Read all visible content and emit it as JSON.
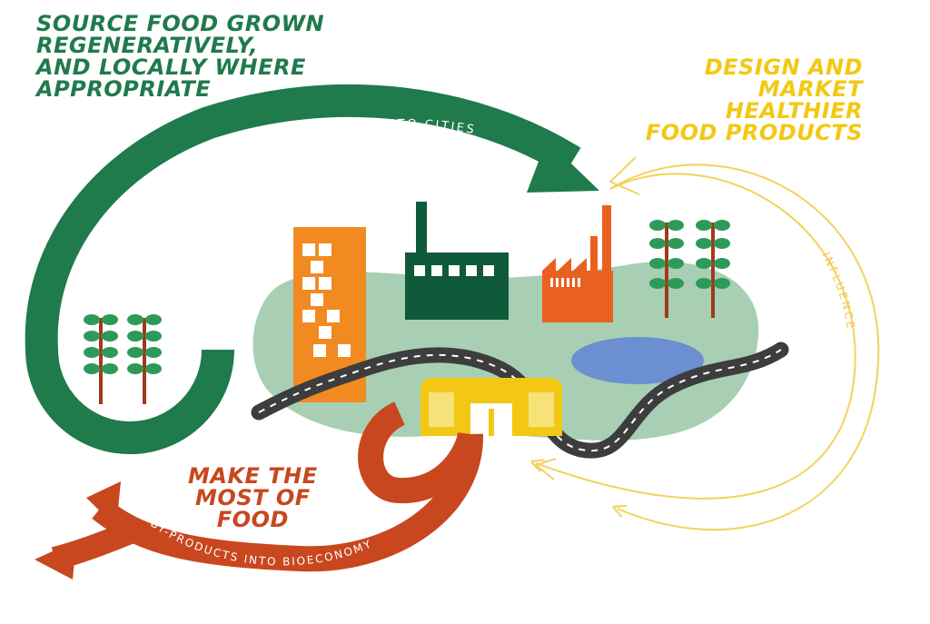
{
  "headings": {
    "source": "SOURCE FOOD GROWN\nREGENERATIVELY,\nAND LOCALLY WHERE\nAPPROPRIATE",
    "design": "DESIGN AND\nMARKET\nHEALTHIER\nFOOD PRODUCTS",
    "make": "MAKE THE\nMOST OF\nFOOD"
  },
  "flows": {
    "food_into_cities": "FOOD INTO CITIES",
    "influence": "INFLUENCE",
    "by_products": "BY-PRODUCTS INTO BIOECONOMY"
  },
  "colors": {
    "green": "#1f7a4c",
    "dark_green": "#0f5a3a",
    "orange_red": "#c8471e",
    "yellow": "#f3c814",
    "influence_line": "#f2d35c",
    "land": "#a8cfb4",
    "water": "#6b8fd0",
    "building_orange": "#f28a22",
    "factory_orange": "#e9611f",
    "road": "#3d3d3d",
    "tree_leaf": "#2e9a5a",
    "tree_trunk": "#a13a1a"
  }
}
